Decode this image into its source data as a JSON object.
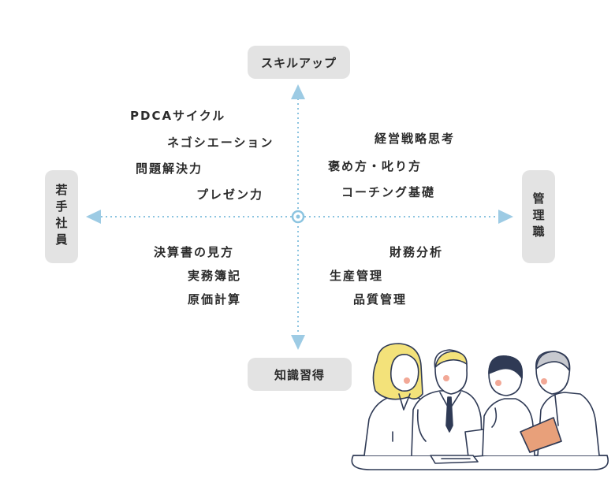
{
  "axes": {
    "top": "スキルアップ",
    "bottom": "知識習得",
    "left": "若手社員",
    "right": "管理職"
  },
  "quadrants": {
    "top_left": [
      "PDCAサイクル",
      "ネゴシエーション",
      "問題解決力",
      "プレゼン力"
    ],
    "top_right": [
      "経営戦略思考",
      "褒め方・叱り方",
      "コーチング基礎"
    ],
    "bottom_left": [
      "決算書の見方",
      "実務簿記",
      "原価計算"
    ],
    "bottom_right": [
      "財務分析",
      "生産管理",
      "品質管理"
    ]
  },
  "colors": {
    "axis_line": "#8cc4e0",
    "arrow": "#9dcbe4",
    "box_bg": "#e3e3e3",
    "text": "#2b2b2b",
    "illustration_line": "#2f3a55",
    "hair_yellow": "#f3e27a",
    "cheek": "#f2a896",
    "notebook": "#e8a07a"
  },
  "illustration": "four-business-people-meeting-illustration"
}
